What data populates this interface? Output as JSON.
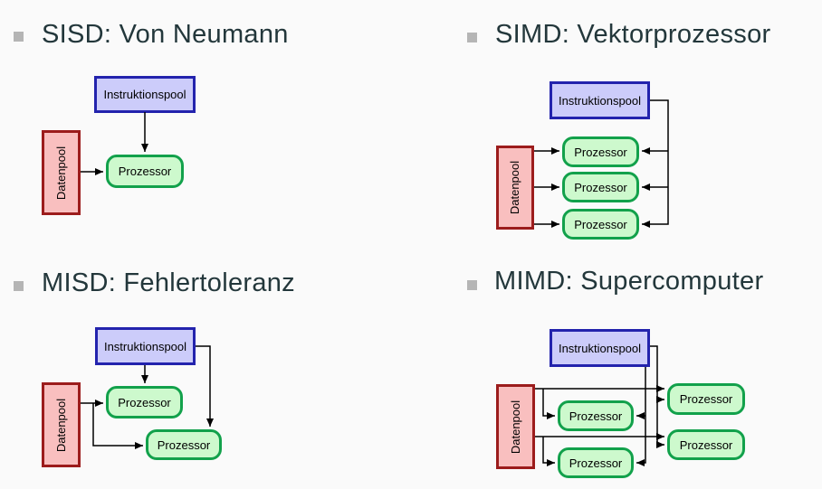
{
  "page": {
    "background": "#fafafa"
  },
  "colors": {
    "bg": "#fafafa",
    "heading": "#23373b",
    "bullet": "#b5b5b5",
    "instruction_fill": "#ccccfa",
    "instruction_border": "#2323ad",
    "processor_fill": "#cdf9cd",
    "processor_border": "#12a14b",
    "data_fill": "#f9bfbf",
    "data_border": "#9c1c1c",
    "connector": "#000000"
  },
  "labels": {
    "instruction_pool": "Instruktionspool",
    "data_pool": "Datenpool",
    "processor": "Prozessor"
  },
  "panels": [
    {
      "id": "sisd",
      "title": "SISD: Von Neumann",
      "processor_count": 1
    },
    {
      "id": "simd",
      "title": "SIMD: Vektorprozessor",
      "processor_count": 3
    },
    {
      "id": "misd",
      "title": "MISD: Fehlertoleranz",
      "processor_count": 2
    },
    {
      "id": "mimd",
      "title": "MIMD: Supercomputer",
      "processor_count": 4
    }
  ]
}
